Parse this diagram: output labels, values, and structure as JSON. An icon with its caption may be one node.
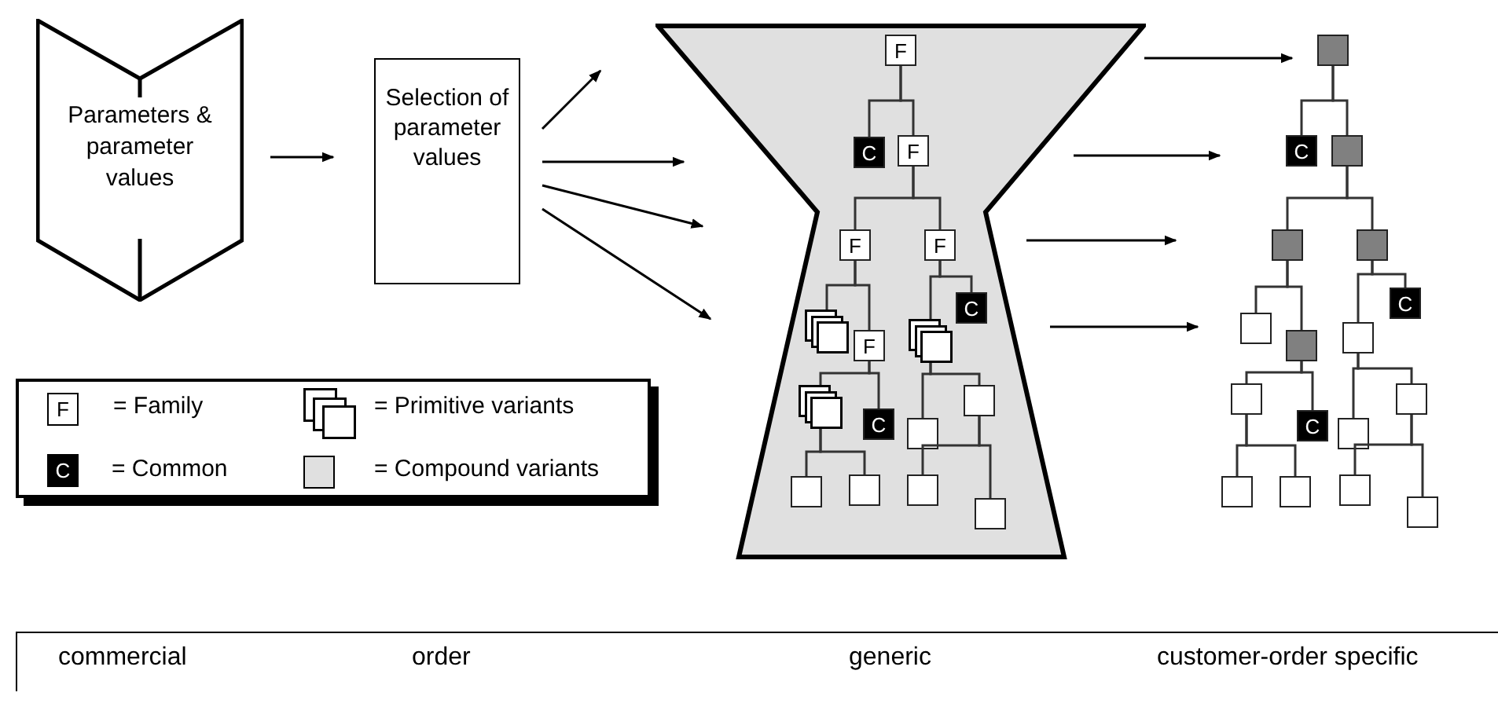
{
  "diagram": {
    "nodes": [
      {
        "text": [
          "Parameters & parameter values"
        ]
      },
      {
        "text": [
          "Selection of parameter values"
        ]
      },
      {
        "text": [],
        "shape": "hourglass"
      },
      {
        "text": [
          "F"
        ],
        "in": 2
      },
      {
        "text": [
          "C"
        ],
        "in": 2
      },
      {
        "text": [
          "F"
        ],
        "in": 2
      },
      {
        "text": [
          "F"
        ],
        "in": 2
      },
      {
        "text": [
          "F"
        ],
        "in": 2
      },
      {
        "text": [],
        "shape": "stack",
        "in": 2
      },
      {
        "text": [
          "F"
        ],
        "in": 2
      },
      {
        "text": [],
        "shape": "stack",
        "in": 2
      },
      {
        "text": [
          "C"
        ],
        "in": 2
      },
      {
        "text": [],
        "shape": "stack",
        "in": 2
      },
      {
        "text": [
          "C"
        ],
        "in": 2
      },
      {
        "text": [],
        "shape": "box",
        "in": 2
      },
      {
        "text": [],
        "shape": "box",
        "in": 2
      },
      {
        "text": [],
        "shape": "box",
        "in": 2
      },
      {
        "text": [],
        "shape": "box",
        "in": 2
      },
      {
        "text": [],
        "shape": "box",
        "in": 2
      },
      {
        "text": [],
        "shape": "box",
        "in": 2
      },
      {
        "text": [],
        "shape": "box"
      },
      {
        "text": [
          "C"
        ]
      },
      {
        "text": [],
        "shape": "box"
      },
      {
        "text": [],
        "shape": "box"
      },
      {
        "text": [],
        "shape": "box"
      },
      {
        "text": [],
        "shape": "box"
      },
      {
        "text": [],
        "shape": "box"
      },
      {
        "text": [],
        "shape": "box"
      },
      {
        "text": [
          "C"
        ]
      },
      {
        "text": [],
        "shape": "box"
      },
      {
        "text": [
          "C"
        ]
      },
      {
        "text": [],
        "shape": "box"
      },
      {
        "text": [],
        "shape": "box"
      },
      {
        "text": [],
        "shape": "box"
      },
      {
        "text": [],
        "shape": "box"
      },
      {
        "text": [],
        "shape": "box"
      },
      {
        "text": [],
        "shape": "box"
      }
    ],
    "edges": [
      {
        "from": 0,
        "to": 1,
        "arrow": "to"
      },
      {
        "from": 1,
        "to": 2,
        "arrow": "to"
      },
      {
        "from": 1,
        "to": 2,
        "arrow": "to"
      },
      {
        "from": 1,
        "to": 2,
        "arrow": "to"
      },
      {
        "from": 1,
        "to": 2,
        "arrow": "to"
      },
      {
        "from": 2,
        "to": 20,
        "arrow": "to"
      },
      {
        "from": 2,
        "to": 21,
        "arrow": "to"
      },
      {
        "from": 2,
        "to": 23,
        "arrow": "to"
      },
      {
        "from": 2,
        "to": 25,
        "arrow": "to"
      },
      {
        "from": 3,
        "to": 4,
        "arrow": "none"
      },
      {
        "from": 3,
        "to": 5,
        "arrow": "none"
      },
      {
        "from": 5,
        "to": 6,
        "arrow": "none"
      },
      {
        "from": 5,
        "to": 7,
        "arrow": "none"
      },
      {
        "from": 6,
        "to": 8,
        "arrow": "none"
      },
      {
        "from": 6,
        "to": 9,
        "arrow": "none"
      },
      {
        "from": 7,
        "to": 10,
        "arrow": "none"
      },
      {
        "from": 7,
        "to": 11,
        "arrow": "none"
      },
      {
        "from": 9,
        "to": 12,
        "arrow": "none"
      },
      {
        "from": 9,
        "to": 13,
        "arrow": "none"
      },
      {
        "from": 10,
        "to": 14,
        "arrow": "none"
      },
      {
        "from": 10,
        "to": 15,
        "arrow": "none"
      },
      {
        "from": 12,
        "to": 16,
        "arrow": "none"
      },
      {
        "from": 12,
        "to": 17,
        "arrow": "none"
      },
      {
        "from": 15,
        "to": 18,
        "arrow": "none"
      },
      {
        "from": 15,
        "to": 19,
        "arrow": "none"
      },
      {
        "from": 20,
        "to": 21,
        "arrow": "none"
      },
      {
        "from": 20,
        "to": 22,
        "arrow": "none"
      },
      {
        "from": 22,
        "to": 23,
        "arrow": "none"
      },
      {
        "from": 22,
        "to": 24,
        "arrow": "none"
      },
      {
        "from": 23,
        "to": 25,
        "arrow": "none"
      },
      {
        "from": 23,
        "to": 26,
        "arrow": "none"
      },
      {
        "from": 24,
        "to": 27,
        "arrow": "none"
      },
      {
        "from": 24,
        "to": 28,
        "arrow": "none"
      },
      {
        "from": 26,
        "to": 29,
        "arrow": "none"
      },
      {
        "from": 26,
        "to": 30,
        "arrow": "none"
      },
      {
        "from": 27,
        "to": 31,
        "arrow": "none"
      },
      {
        "from": 27,
        "to": 32,
        "arrow": "none"
      },
      {
        "from": 29,
        "to": 33,
        "arrow": "none"
      },
      {
        "from": 29,
        "to": 34,
        "arrow": "none"
      },
      {
        "from": 32,
        "to": 35,
        "arrow": "none"
      },
      {
        "from": 32,
        "to": 36,
        "arrow": "none"
      }
    ],
    "labels": [
      "F",
      "C",
      "commercial",
      "order",
      "generic",
      "customer-order specific"
    ],
    "legend": [
      {
        "text": "= Family"
      },
      {
        "text": "= Primitive variants"
      },
      {
        "text": "= Common"
      },
      {
        "text": "= Compound variants",
        "color": "#e0e0e0"
      }
    ]
  }
}
